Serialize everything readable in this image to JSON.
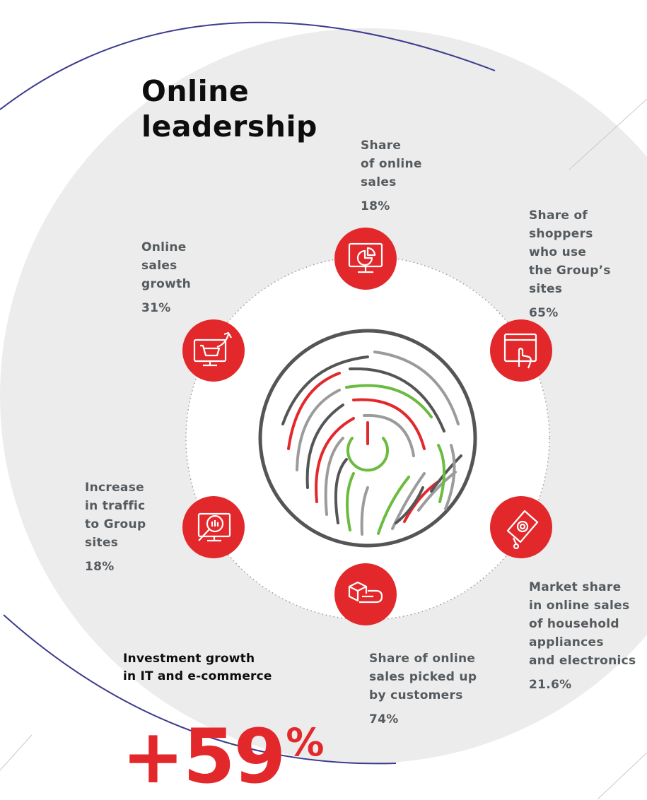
{
  "title": "Online\nleadership",
  "metrics": {
    "share_online": {
      "label": "Share\nof online\nsales",
      "value": "18%",
      "icon": "monitor-pie-chart-icon"
    },
    "shoppers_sites": {
      "label": "Share of shoppers\nwho use\nthe Group’s sites",
      "value": "65%",
      "icon": "browser-click-icon"
    },
    "market_share": {
      "label": "Market share\nin online sales\nof household\nappliances\nand electronics",
      "value": "21.6%",
      "icon": "tag-icon"
    },
    "picked_up": {
      "label": "Share of online\nsales picked up\nby customers",
      "value": "74%",
      "icon": "hand-box-icon"
    },
    "traffic": {
      "label": "Increase\nin traffic\nto Group\nsites",
      "value": "18%",
      "icon": "monitor-search-icon"
    },
    "sales_growth": {
      "label": "Online\nsales\ngrowth",
      "value": "31%",
      "icon": "monitor-cart-growth-icon"
    }
  },
  "investment": {
    "label": "Investment growth\nin IT and e-commerce",
    "number": "+59",
    "unit": "%"
  },
  "colors": {
    "accent": "#e3282c",
    "green": "#6bbb3f",
    "gray": "#9b9b9b",
    "dark": "#555555",
    "disc": "#ececec",
    "line": "#3d3b8e"
  },
  "center_icon": "fingerprint-power-icon"
}
